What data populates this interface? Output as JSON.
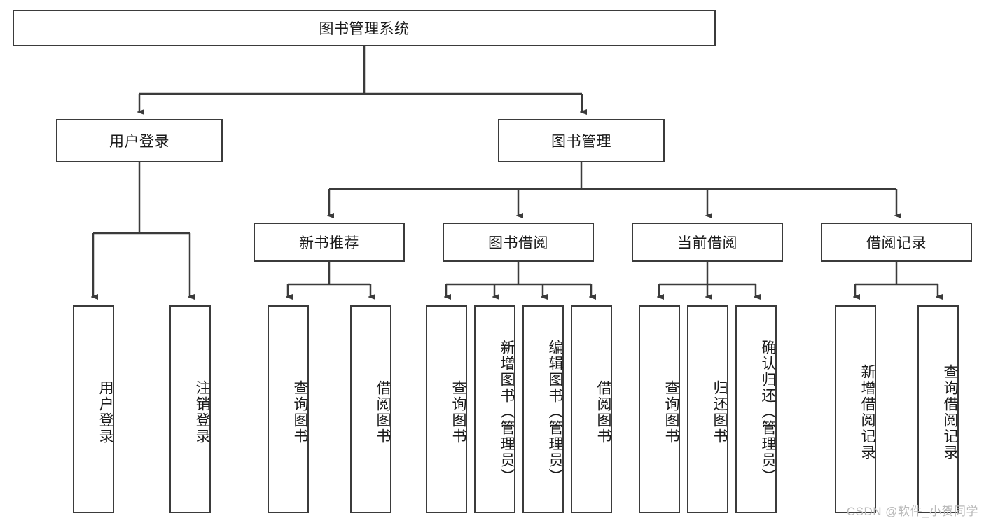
{
  "diagram": {
    "type": "tree-hierarchy",
    "title": "图书管理系统",
    "root": {
      "label": "图书管理系统"
    },
    "level1": [
      {
        "label": "用户登录"
      },
      {
        "label": "图书管理"
      }
    ],
    "level2": [
      {
        "label": "新书推荐",
        "parent": "图书管理"
      },
      {
        "label": "图书借阅",
        "parent": "图书管理"
      },
      {
        "label": "当前借阅",
        "parent": "图书管理"
      },
      {
        "label": "借阅记录",
        "parent": "图书管理"
      }
    ],
    "leaves": {
      "user_login": [
        {
          "label": "用户登录"
        },
        {
          "label": "注销登录"
        }
      ],
      "new_book_recommend": [
        {
          "label": "查询图书"
        },
        {
          "label": "借阅图书"
        }
      ],
      "book_borrow": [
        {
          "label": "查询图书"
        },
        {
          "label": "新增图书（管理员）"
        },
        {
          "label": "编辑图书（管理员）"
        },
        {
          "label": "借阅图书"
        }
      ],
      "current_borrow": [
        {
          "label": "查询图书"
        },
        {
          "label": "归还图书"
        },
        {
          "label": "确认归还（管理员）"
        }
      ],
      "borrow_record": [
        {
          "label": "新增借阅记录"
        },
        {
          "label": "查询借阅记录"
        }
      ]
    }
  },
  "watermark": {
    "text": "CSDN @软件_小贺同学"
  },
  "colors": {
    "stroke": "#3b3b3b",
    "background": "#ffffff",
    "text": "#1a1a1a",
    "watermark": "#b9b9b9"
  }
}
